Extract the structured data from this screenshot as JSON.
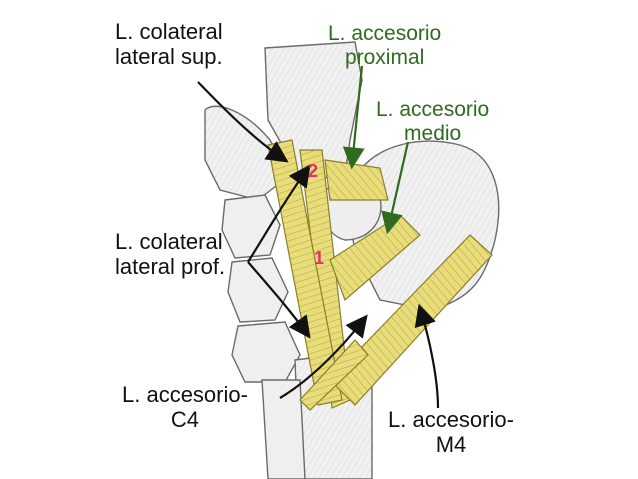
{
  "labels": {
    "col_sup_1": "L. colateral",
    "col_sup_2": "lateral sup.",
    "acc_prox_1": "L. accesorio",
    "acc_prox_2": "proximal",
    "acc_med_1": "L. accesorio",
    "acc_med_2": "medio",
    "col_prof_1": "L. colateral",
    "col_prof_2": "lateral prof.",
    "acc_c4_1": "L. accesorio-",
    "acc_c4_2": "C4",
    "acc_m4_1": "L. accesorio-",
    "acc_m4_2": "M4"
  },
  "markers": {
    "m1": "1",
    "m2": "2"
  },
  "colors": {
    "ligament": "#e8dd7a",
    "ligament_stroke": "#8a7f2a",
    "bone": "#ececec",
    "bone_stroke": "#6a6a6a",
    "green_text": "#2e6b1e",
    "marker": "#e0306e"
  }
}
